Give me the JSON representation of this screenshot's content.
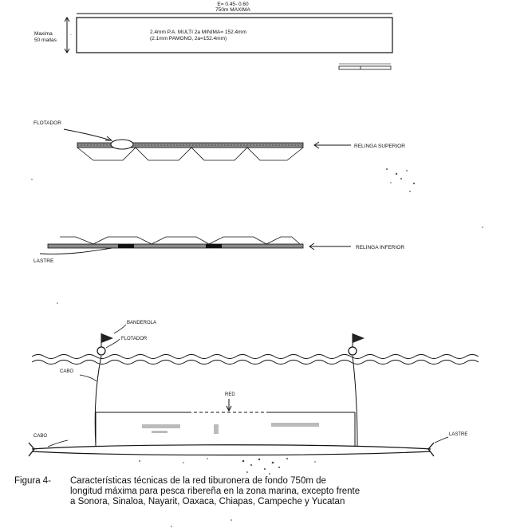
{
  "panel1": {
    "top_line1": "E= 0.45- 0.60",
    "top_line2": "750m MAXIMA",
    "side_line1": "Maxima",
    "side_line2": "50 mallas",
    "inner_line1": "2.4mm P.A. MULTI 2a MINIMA= 152.4mm",
    "inner_line2": "(2.1mm PAMONO, 2a=152.4mm)"
  },
  "panel2": {
    "float_label": "FLOTADOR",
    "upper_label": "RELINGA SUPERIOR",
    "lower_label": "RELINGA INFERIOR",
    "weight_label": "LASTRE"
  },
  "panel3": {
    "flag_label": "BANDEROLA",
    "float_label": "FLOTADOR",
    "rope_label": "CABO",
    "net_label": "RED",
    "bottom_rope_label": "CABO",
    "weight_label": "LASTRE"
  },
  "caption": {
    "prefix": "Figura 4-",
    "line1": "Características técnicas de la red tiburonera de fondo 750m de",
    "line2": "longitud máxima para pesca ribereña en la zona marina, excepto frente",
    "line3": "a Sonora, Sinaloa, Nayarit, Oaxaca, Chiapas, Campeche y Yucatan"
  }
}
